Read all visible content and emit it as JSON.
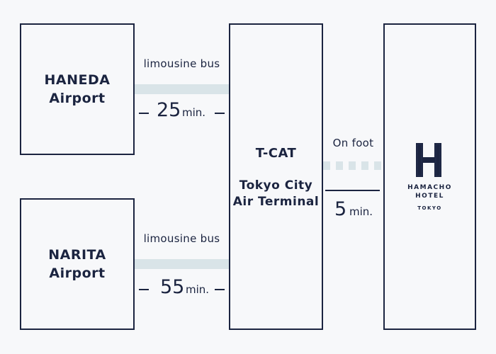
{
  "haneda": {
    "line1": "HANEDA",
    "line2": "Airport"
  },
  "narita": {
    "line1": "NARITA",
    "line2": "Airport"
  },
  "route_haneda": {
    "mode": "limousine bus",
    "minutes": "25",
    "unit": "min."
  },
  "route_narita": {
    "mode": "limousine bus",
    "minutes": "55",
    "unit": "min."
  },
  "tcat": {
    "title": "T-CAT",
    "line1": "Tokyo City",
    "line2": "Air Terminal"
  },
  "route_hotel": {
    "mode": "On foot",
    "minutes": "5",
    "unit": "min."
  },
  "hotel": {
    "letter": "H",
    "line1": "HAMACHO",
    "line2": "HOTEL",
    "city": "TOKYO"
  },
  "colors": {
    "navy": "#1b2440",
    "band": "#d9e4e8",
    "background": "#f7f8fa"
  }
}
